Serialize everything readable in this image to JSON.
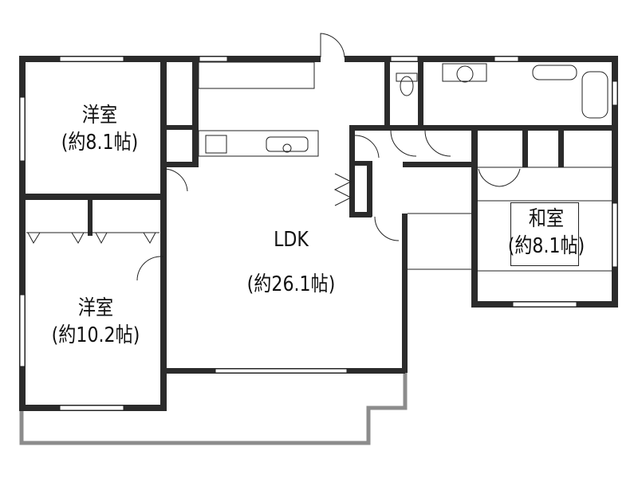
{
  "floorplan": {
    "rooms": [
      {
        "name": "洋室",
        "size": "(約8.1帖)"
      },
      {
        "name": "洋室",
        "size": "(約10.2帖)"
      },
      {
        "name": "LDK",
        "size": "(約26.1帖)"
      },
      {
        "name": "和室",
        "size": "(約8.1帖)"
      }
    ],
    "colors": {
      "wall": "#2b2b2b",
      "balcony": "#8c8c8c"
    }
  }
}
